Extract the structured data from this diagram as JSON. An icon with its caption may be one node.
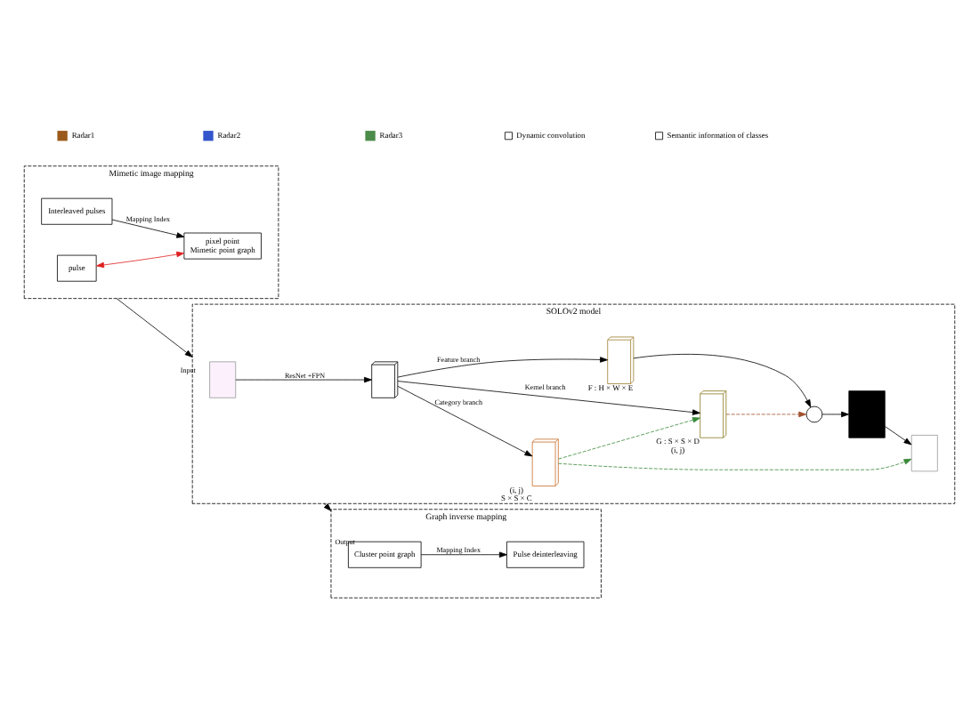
{
  "diagram": {
    "nodes": [
      {
        "text": [
          "Mimetic image mapping"
        ]
      },
      {
        "text": [
          "pulse"
        ],
        "in": 0
      },
      {
        "text": [
          "Interleaved pulses"
        ],
        "in": 0
      },
      {
        "text": [
          "pixel point",
          "Mimetic point graph"
        ],
        "in": 0
      },
      {
        "text": [
          "Graph inverse mapping"
        ]
      },
      {
        "text": [
          "Cluster point graph"
        ],
        "in": 4
      },
      {
        "text": [
          "Pulse deinterleaving"
        ],
        "in": 4
      },
      {
        "text": [
          "SOLOv2 model"
        ]
      },
      {
        "text": [],
        "shape": "box",
        "in": 7
      },
      {
        "text": [],
        "shape": "box",
        "in": 7
      },
      {
        "text": [],
        "shape": "box",
        "in": 7,
        "beside": [
          "(i, j)",
          "S × S × C"
        ]
      },
      {
        "text": [],
        "shape": "box",
        "in": 7,
        "beside": [
          "G : S × S × D",
          "(i, j)"
        ]
      },
      {
        "text": [],
        "shape": "box",
        "in": 7,
        "beside": [
          "F : H × W × E"
        ]
      },
      {
        "text": [],
        "shape": "circle",
        "in": 7
      },
      {
        "text": [],
        "shape": "box",
        "in": 7
      },
      {
        "text": [],
        "shape": "box",
        "in": 7
      }
    ],
    "edges": [
      {
        "from": 1,
        "to": 3,
        "arrow": "both",
        "color": "#e02020"
      },
      {
        "from": 2,
        "to": 3,
        "arrow": "to",
        "label": "Mapping Index"
      },
      {
        "from": 5,
        "to": 6,
        "arrow": "to",
        "label": "Mapping Index"
      },
      {
        "from": 0,
        "to": 7,
        "arrow": "to",
        "label": "Input"
      },
      {
        "from": 7,
        "to": 4,
        "arrow": "to",
        "label": "Output"
      },
      {
        "from": 8,
        "to": 9,
        "arrow": "to",
        "label": "ResNet +FPN"
      },
      {
        "from": 9,
        "to": 10,
        "arrow": "to",
        "label": "Category branch"
      },
      {
        "from": 9,
        "to": 11,
        "arrow": "to",
        "label": "Kernel branch"
      },
      {
        "from": 9,
        "to": 12,
        "arrow": "to",
        "label": "Feature branch"
      },
      {
        "from": 10,
        "to": 11,
        "arrow": "to",
        "style": "dashed",
        "color": "#3a8a3a"
      },
      {
        "from": 11,
        "to": 13,
        "arrow": "to",
        "style": "dashed",
        "color": "#a0522d"
      },
      {
        "from": 12,
        "to": 13,
        "arrow": "to"
      },
      {
        "from": 13,
        "to": 14,
        "arrow": "to"
      },
      {
        "from": 14,
        "to": 15,
        "arrow": "to"
      },
      {
        "from": 10,
        "to": 15,
        "arrow": "to",
        "style": "dashed",
        "color": "#3a8a3a"
      }
    ],
    "legend": [
      {
        "text": "Radar1",
        "color": "#9b5a1a"
      },
      {
        "text": "Radar2",
        "color": "#3355cc"
      },
      {
        "text": "Radar3",
        "color": "#4c8c4a"
      },
      {
        "text": "Dynamic convolution"
      },
      {
        "text": "Semantic information of classes"
      }
    ]
  }
}
